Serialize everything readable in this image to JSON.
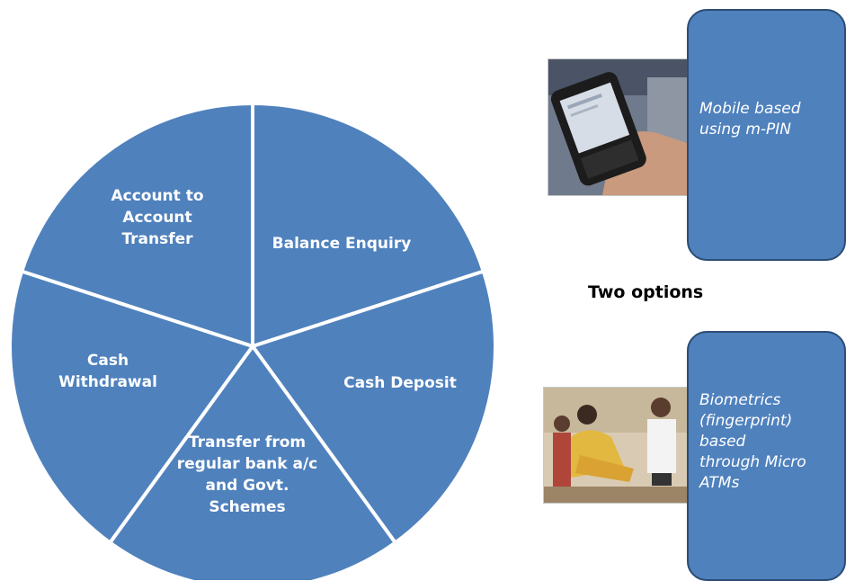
{
  "pie": {
    "segments": [
      {
        "id": "balance",
        "lines": [
          "Balance Enquiry"
        ]
      },
      {
        "id": "deposit",
        "lines": [
          "Cash Deposit"
        ]
      },
      {
        "id": "transfer",
        "lines": [
          "Transfer from",
          "regular bank a/c",
          "and Govt.",
          "Schemes"
        ]
      },
      {
        "id": "withdrawal",
        "lines": [
          "Cash",
          "Withdrawal"
        ]
      },
      {
        "id": "account",
        "lines": [
          "Account to",
          "Account",
          "Transfer"
        ]
      }
    ],
    "fill_color": "#4f81bd",
    "separator_color": "#ffffff"
  },
  "options": {
    "heading": "Two options",
    "mobile": {
      "lines": [
        "Mobile based",
        "using m-PIN"
      ],
      "photo": "mobile-phone-photo"
    },
    "biometric": {
      "lines": [
        "Biometrics",
        "(fingerprint)",
        "based",
        "through Micro",
        "ATMs"
      ],
      "photo": "micro-atm-photo"
    }
  }
}
